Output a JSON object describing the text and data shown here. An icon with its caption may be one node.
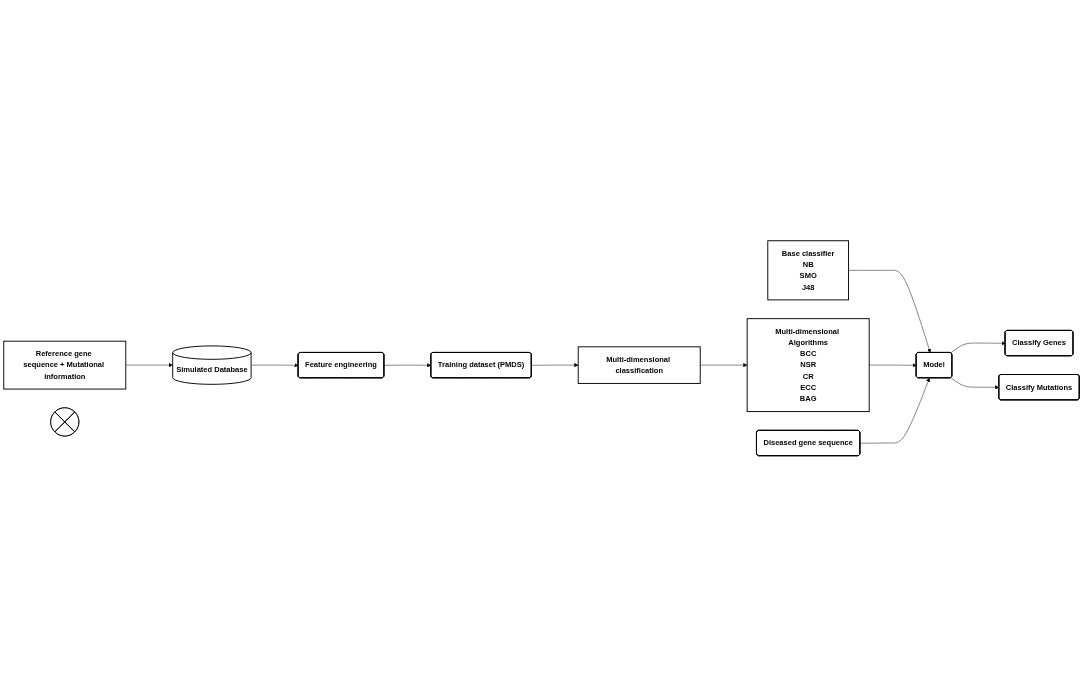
{
  "diagram": {
    "nodes": [
      {
        "text": [
          "Reference gene sequence + Mutational information"
        ]
      },
      {
        "text": [
          "Simulated Database"
        ]
      },
      {
        "text": [
          "Feature engineering"
        ]
      },
      {
        "text": [
          "Training dataset (PMDS)"
        ]
      },
      {
        "text": [
          "Multi-dimensional classification"
        ]
      },
      {
        "text": [
          "Multi-dimensional Algorithms",
          "BCC",
          "NSR",
          "CR",
          "ECC",
          "BAG"
        ]
      },
      {
        "text": [
          "Base classifier",
          "NB",
          "SMO",
          "J48"
        ]
      },
      {
        "text": [],
        "shape": "cross"
      },
      {
        "text": [
          "Diseased gene sequence"
        ]
      },
      {
        "text": [
          "Model"
        ]
      },
      {
        "text": [
          "Classify Genes"
        ]
      },
      {
        "text": [
          "Classify Mutations"
        ]
      }
    ],
    "edges": [
      {
        "from": 0,
        "to": 1,
        "arrow": "to"
      },
      {
        "from": 1,
        "to": 2,
        "arrow": "to"
      },
      {
        "from": 2,
        "to": 3,
        "arrow": "to"
      },
      {
        "from": 3,
        "to": 4,
        "arrow": "to"
      },
      {
        "from": 4,
        "to": 5,
        "arrow": "to"
      },
      {
        "from": 6,
        "to": 9,
        "arrow": "to"
      },
      {
        "from": 5,
        "to": 9,
        "arrow": "to"
      },
      {
        "from": 8,
        "to": 9,
        "arrow": "to"
      },
      {
        "from": 9,
        "to": 10,
        "arrow": "to"
      },
      {
        "from": 9,
        "to": 11,
        "arrow": "to"
      }
    ]
  }
}
